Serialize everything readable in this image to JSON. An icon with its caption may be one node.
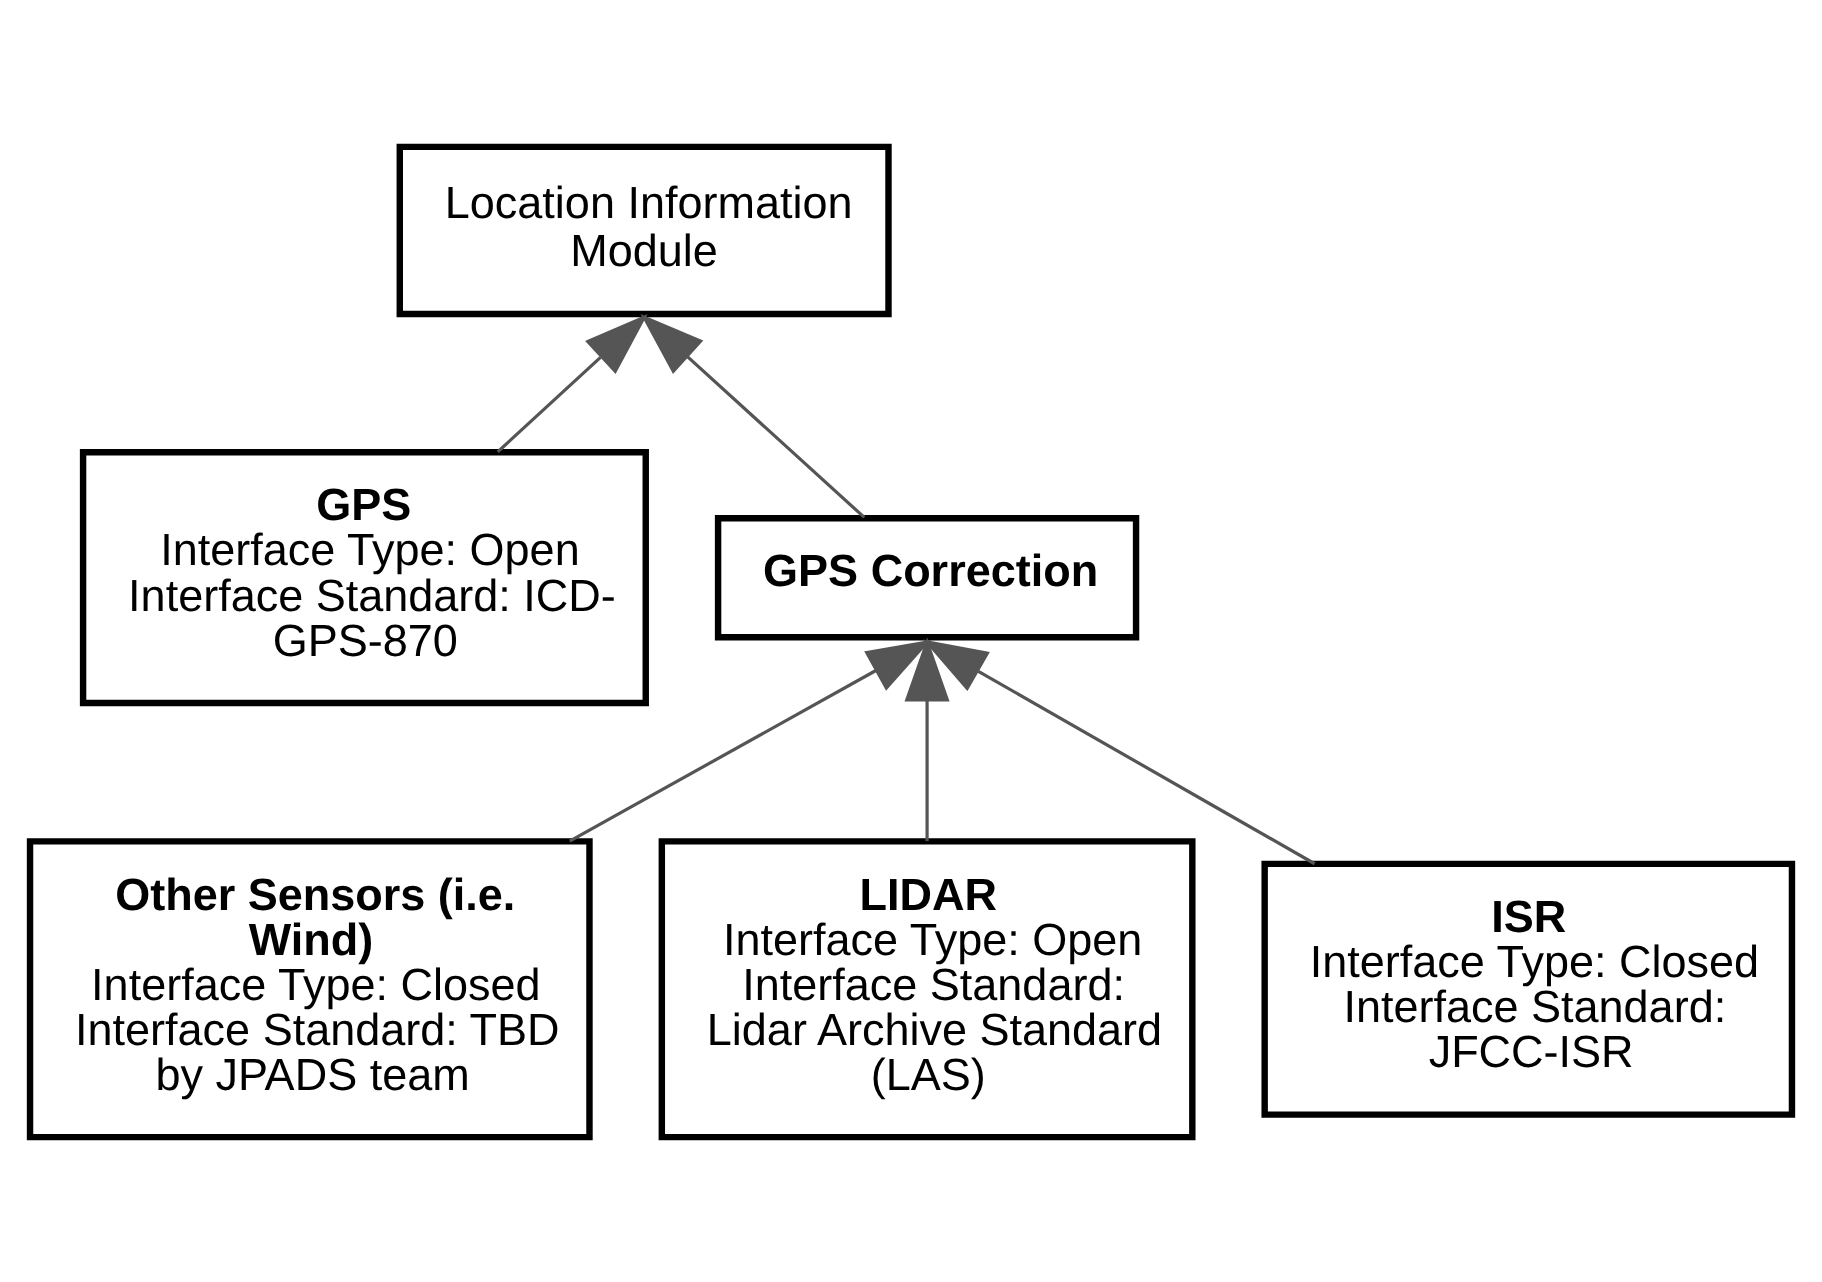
{
  "diagram": {
    "nodes": [
      {
        "text": [
          "Location Information Module"
        ]
      },
      {
        "text": [
          "GPS",
          "Interface Type: Open Interface Standard: ICD-GPS-870"
        ]
      },
      {
        "text": [
          "GPS Correction"
        ]
      },
      {
        "text": [
          "Other Sensors (i.e. Wind)",
          "Interface Type: Closed Interface Standard: TBD by JPADS team"
        ]
      },
      {
        "text": [
          "LIDAR",
          "Interface Type: Open Interface Standard: Lidar Archive Standard (LAS)"
        ]
      },
      {
        "text": [
          "ISR",
          "Interface Type: Closed Interface Standard: JFCC-ISR"
        ]
      }
    ],
    "edges": [
      {
        "from": 1,
        "to": 0,
        "arrow": "to"
      },
      {
        "from": 2,
        "to": 0,
        "arrow": "to"
      },
      {
        "from": 3,
        "to": 2,
        "arrow": "to"
      },
      {
        "from": 4,
        "to": 2,
        "arrow": "to"
      },
      {
        "from": 5,
        "to": 2,
        "arrow": "to"
      }
    ]
  }
}
